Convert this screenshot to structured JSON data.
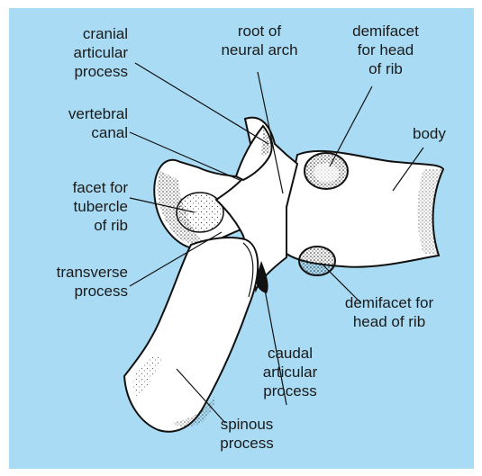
{
  "diagram": {
    "labels": {
      "cranial_articular_process": "cranial\narticular\nprocess",
      "root_of_neural_arch": "root of\nneural arch",
      "demifacet_cranial": "demifacet\nfor head\nof rib",
      "vertebral_canal": "vertebral\ncanal",
      "body": "body",
      "facet_for_tubercle": "facet for\ntubercle\nof rib",
      "transverse_process": "transverse\nprocess",
      "demifacet_caudal": "demifacet for\nhead of rib",
      "caudal_articular_process": "caudal\narticular\nprocess",
      "spinous_process": "spinous\nprocess"
    },
    "colors": {
      "background": "#a9dcf4",
      "bone": "#ffffff",
      "outline": "#111111",
      "text": "#1a1a1a"
    }
  }
}
